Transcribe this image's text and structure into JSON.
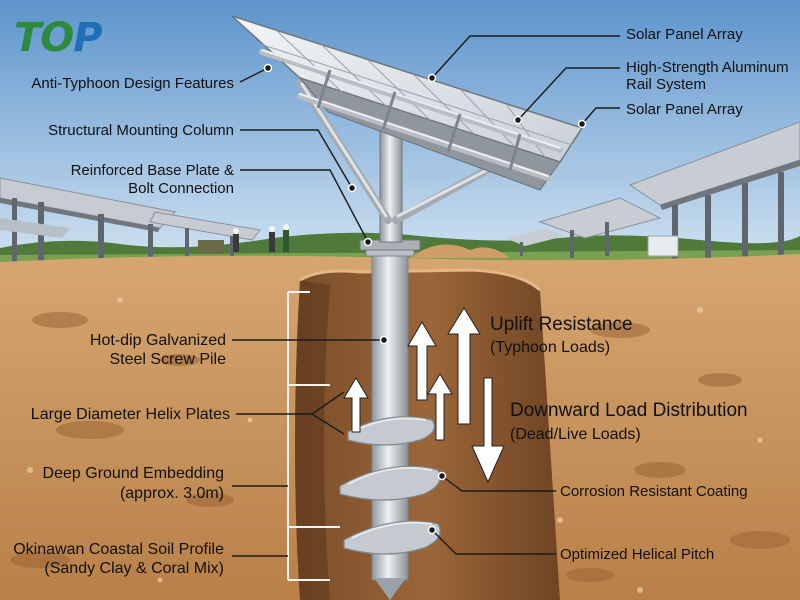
{
  "logo": {
    "part1": "TO",
    "part2": "P",
    "colors": {
      "green": "#2e8a3c",
      "blue": "#1f6fb6"
    }
  },
  "labels": {
    "solar_panel_array_top": "Solar Panel Array",
    "rail_line1": "High-Strength Aluminum",
    "rail_line2": "Rail System",
    "solar_panel_array_mid": "Solar Panel Array",
    "anti_typhoon": "Anti-Typhoon Design Features",
    "mounting_column": "Structural Mounting Column",
    "base_plate_line1": "Reinforced Base Plate &",
    "base_plate_line2": "Bolt Connection",
    "screw_pile_line1": "Hot-dip Galvanized",
    "screw_pile_line2": "Steel Screw Pile",
    "helix_plates": "Large Diameter Helix Plates",
    "embedding_line1": "Deep Ground Embedding",
    "embedding_line2": "(approx. 3.0m)",
    "soil_line1": "Okinawan Coastal Soil Profile",
    "soil_line2": "(Sandy Clay & Coral Mix)",
    "uplift_line1": "Uplift Resistance",
    "uplift_line2": "(Typhoon Loads)",
    "downward_line1": "Downward Load Distribution",
    "downward_line2": "(Dead/Live Loads)",
    "corrosion": "Corrosion Resistant Coating",
    "helical_pitch": "Optimized Helical Pitch"
  },
  "colors": {
    "sky_top": "#5d94cc",
    "sky_bottom": "#cfe2f2",
    "soil": "#c9955f",
    "soil_dark": "#a06a3c",
    "steel": "#c8cdd2",
    "panel": "#e9edf0"
  }
}
